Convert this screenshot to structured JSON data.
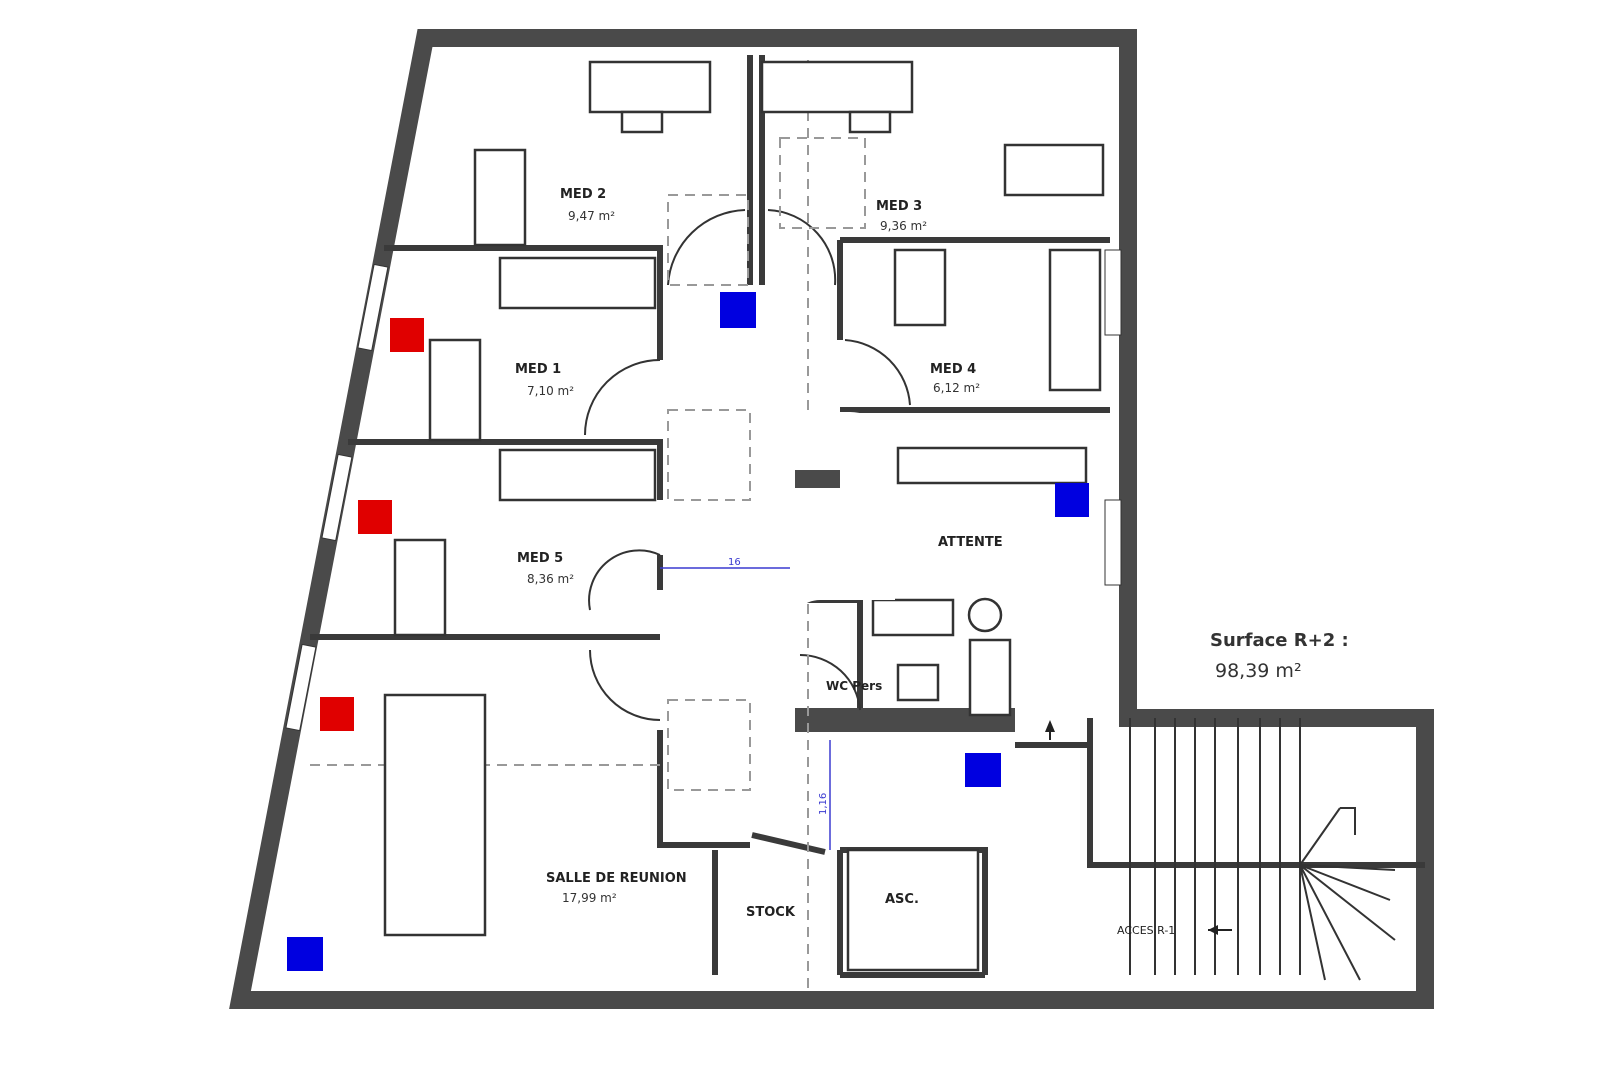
{
  "plan": {
    "rooms": {
      "med2": {
        "name": "MED 2",
        "area": "9,47 m²"
      },
      "med3": {
        "name": "MED 3",
        "area": "9,36 m²"
      },
      "med1": {
        "name": "MED 1",
        "area": "7,10 m²"
      },
      "med4": {
        "name": "MED 4",
        "area": "6,12 m²"
      },
      "med5": {
        "name": "MED 5",
        "area": "8,36 m²"
      },
      "attente": {
        "name": "ATTENTE"
      },
      "wc": {
        "name": "WC Pers"
      },
      "salle": {
        "name": "SALLE DE REUNION",
        "area": "17,99 m²"
      },
      "stock": {
        "name": "STOCK"
      },
      "asc": {
        "name": "ASC."
      },
      "acces": {
        "name": "ACCES R-1"
      }
    },
    "surface": {
      "label": "Surface R+2 :",
      "value": "98,39 m²"
    },
    "dimensions": {
      "horizontal": "16",
      "vertical": "1,16"
    },
    "colors": {
      "wall": "#4a4a4a",
      "blue_marker": "#0000e0",
      "red_marker": "#e00000"
    }
  }
}
